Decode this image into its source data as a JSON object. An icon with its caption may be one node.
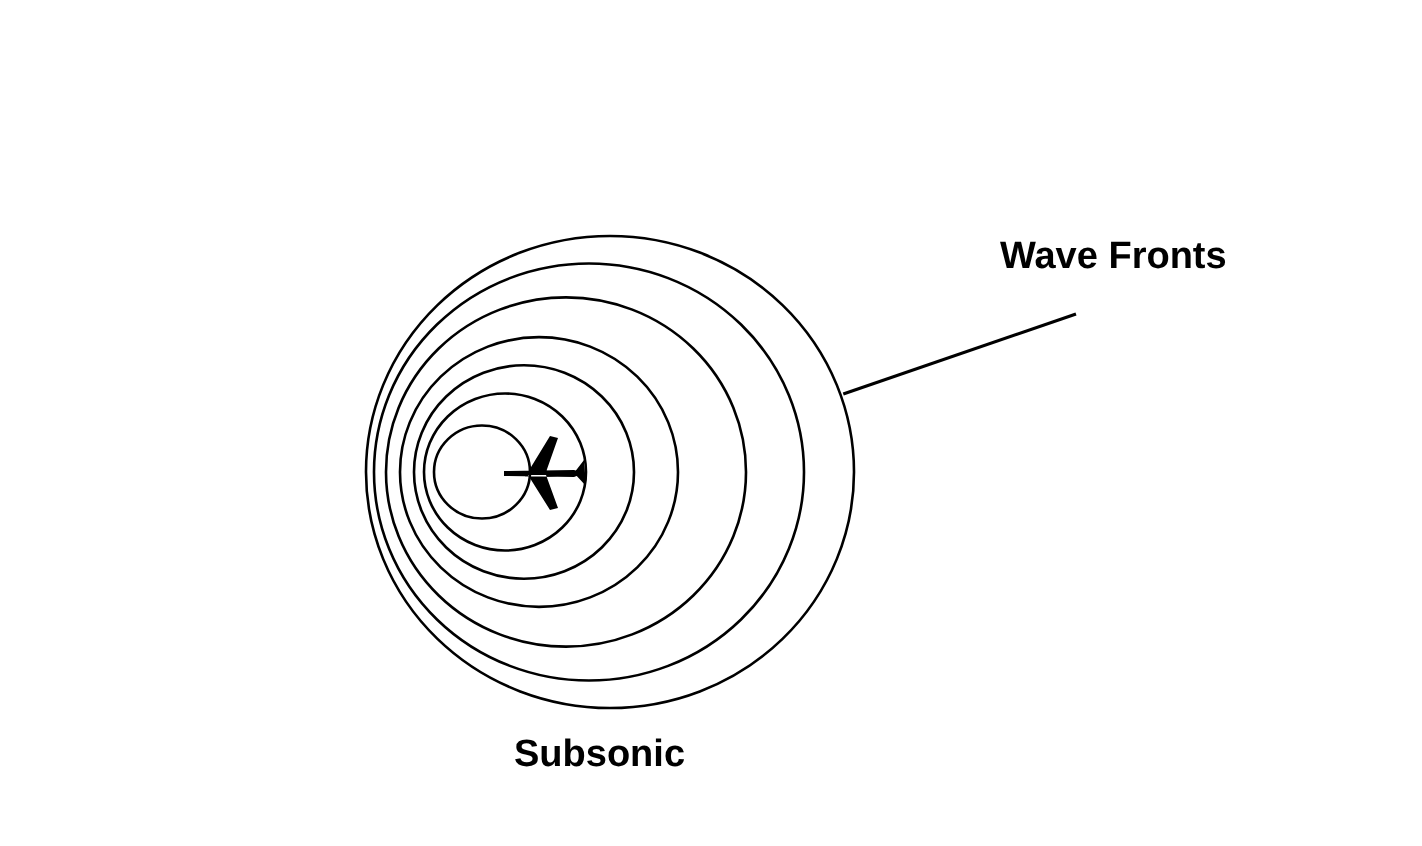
{
  "diagram": {
    "nodes": [
      {
        "text": [
          "Wave Fronts"
        ]
      },
      {
        "text": [],
        "shape": "circle"
      }
    ],
    "edges": [
      {
        "from": 0,
        "to": 1,
        "arrow": "none"
      }
    ],
    "labels": [
      "Subsonic"
    ]
  }
}
